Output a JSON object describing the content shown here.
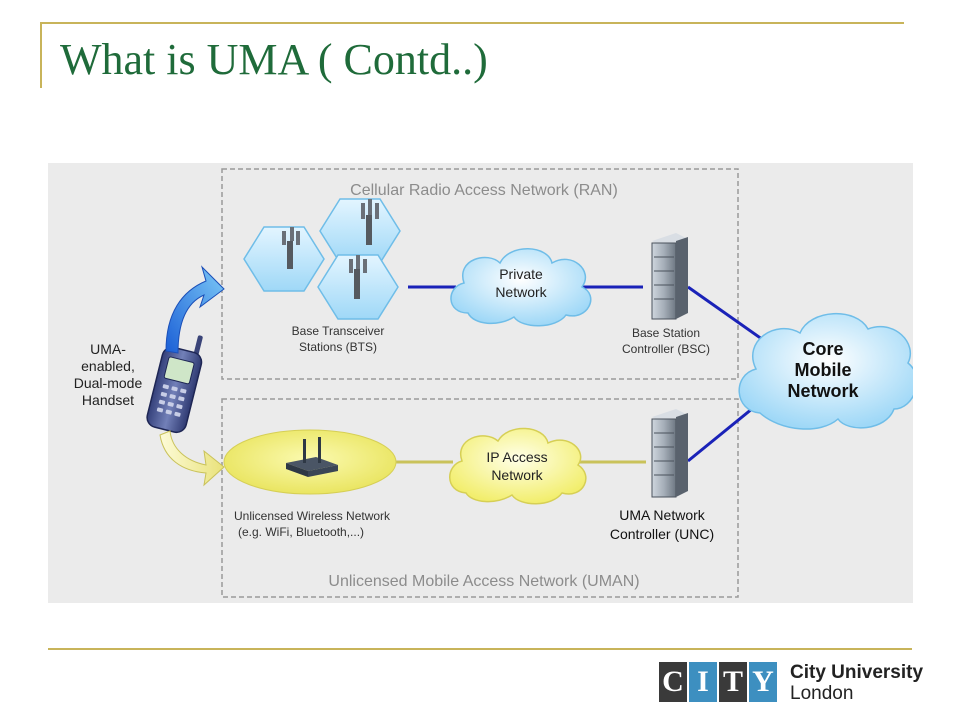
{
  "slide": {
    "title": "What is UMA ( Contd..)"
  },
  "diagram": {
    "ran_label": "Cellular Radio Access Network (RAN)",
    "uman_label": "Unlicensed Mobile Access Network (UMAN)",
    "handset_label": [
      "UMA-",
      "enabled,",
      "Dual-mode",
      "Handset"
    ],
    "bts_label": [
      "Base Transceiver",
      "Stations (BTS)"
    ],
    "private_network_label": [
      "Private",
      "Network"
    ],
    "bsc_label": [
      "Base Station",
      "Controller (BSC)"
    ],
    "core_label": [
      "Core",
      "Mobile",
      "Network"
    ],
    "wireless_label": [
      "Unlicensed Wireless Network",
      "(e.g. WiFi, Bluetooth,...)"
    ],
    "ip_access_label": [
      "IP Access",
      "Network"
    ],
    "unc_label": [
      "UMA Network",
      "Controller (UNC)"
    ],
    "colors": {
      "cellular_link": "#1a22b8",
      "unlicensed_link": "#c9c25a",
      "cloud_blue": "#9fd8f7",
      "cloud_yellow": "#f5f27a",
      "title_green": "#1f6b3a",
      "accent_gold": "#c8b45a"
    }
  },
  "logo": {
    "letters": [
      "C",
      "I",
      "T",
      "Y"
    ],
    "name": "City University",
    "city": "London"
  }
}
